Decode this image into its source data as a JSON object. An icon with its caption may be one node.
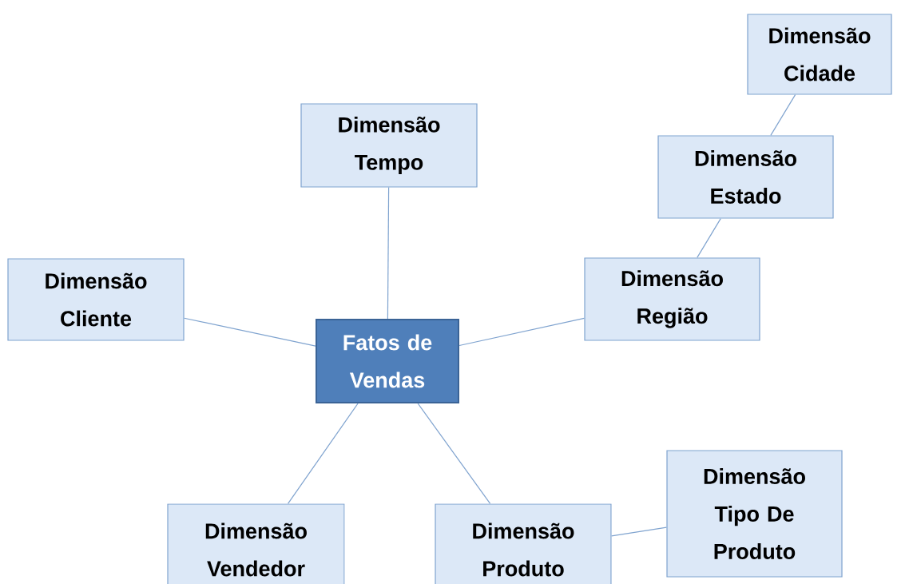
{
  "diagram": {
    "nodes": [
      {
        "text": [
          "Dimensão Cidade"
        ]
      },
      {
        "text": [
          "Dimensão Tempo"
        ]
      },
      {
        "text": [
          "Dimensão Estado"
        ]
      },
      {
        "text": [
          "Dimensão Cliente"
        ]
      },
      {
        "text": [
          "Dimensão Região"
        ]
      },
      {
        "text": [
          "Fatos de Vendas"
        ]
      },
      {
        "text": [
          "Dimensão Tipo De Produto"
        ]
      },
      {
        "text": [
          "Dimensão Vendedor"
        ]
      },
      {
        "text": [
          "Dimensão Produto"
        ]
      }
    ],
    "edges": [
      {
        "from": 5,
        "to": 1,
        "arrow": "none"
      },
      {
        "from": 5,
        "to": 3,
        "arrow": "none"
      },
      {
        "from": 5,
        "to": 4,
        "arrow": "none"
      },
      {
        "from": 5,
        "to": 7,
        "arrow": "none"
      },
      {
        "from": 5,
        "to": 8,
        "arrow": "none"
      },
      {
        "from": 4,
        "to": 2,
        "arrow": "none"
      },
      {
        "from": 2,
        "to": 0,
        "arrow": "none"
      },
      {
        "from": 8,
        "to": 6,
        "arrow": "none"
      }
    ]
  }
}
